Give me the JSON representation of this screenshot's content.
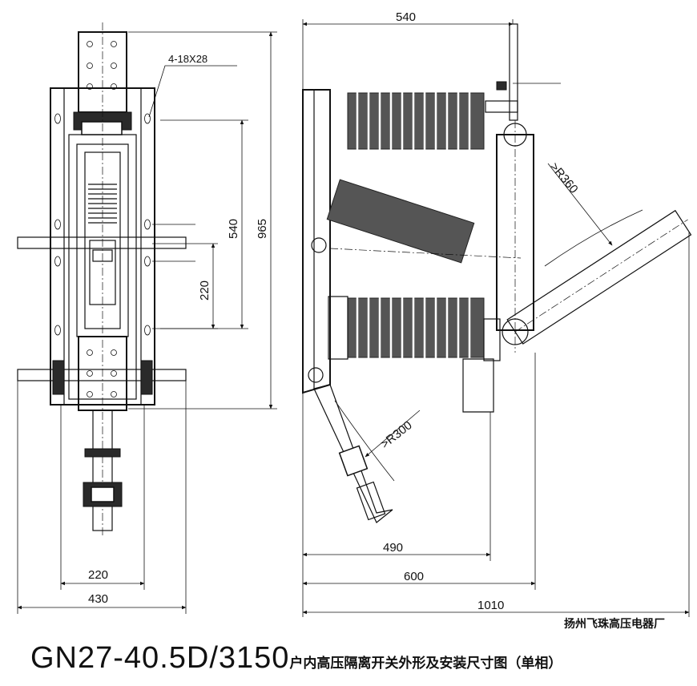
{
  "front_view": {
    "bolt_note": "4-18X28",
    "dim_540": "540",
    "dim_965": "965",
    "dim_220_vertical": "220",
    "dim_220_horizontal": "220",
    "dim_430": "430"
  },
  "side_view": {
    "dim_540_top": "540",
    "radius_360": ">R360",
    "radius_300": ">R300",
    "dim_490": "490",
    "dim_600": "600",
    "dim_1010": "1010"
  },
  "manufacturer": "扬州飞珠高压电器厂",
  "title": {
    "model": "GN27-40.5D/3150",
    "description": "户内高压隔离开关外形及安装尺寸图（单相）"
  }
}
